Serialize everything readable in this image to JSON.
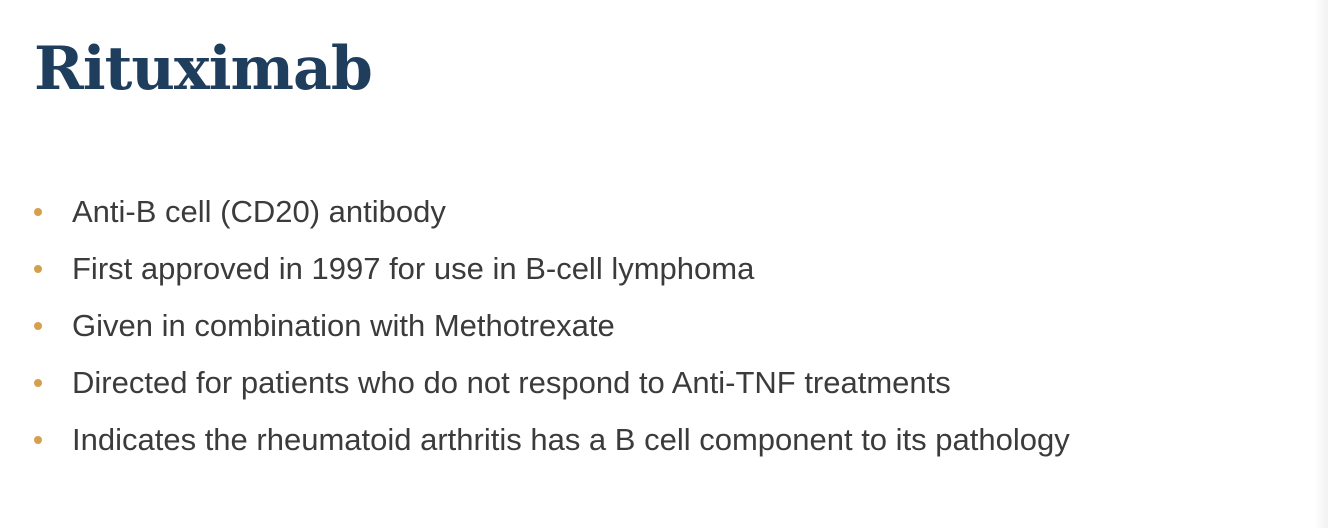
{
  "slide": {
    "title": "Rituximab",
    "bullets": [
      "Anti-B cell (CD20) antibody",
      "First approved in 1997 for use in B-cell lymphoma",
      "Given in combination with Methotrexate",
      "Directed for patients who do not respond to Anti-TNF treatments",
      "Indicates the rheumatoid arthritis has a B cell component to its pathology"
    ]
  },
  "colors": {
    "title": "#1f3d5c",
    "bullet_marker": "#d4a04d",
    "body_text": "#3b3b3b",
    "background": "#ffffff"
  }
}
